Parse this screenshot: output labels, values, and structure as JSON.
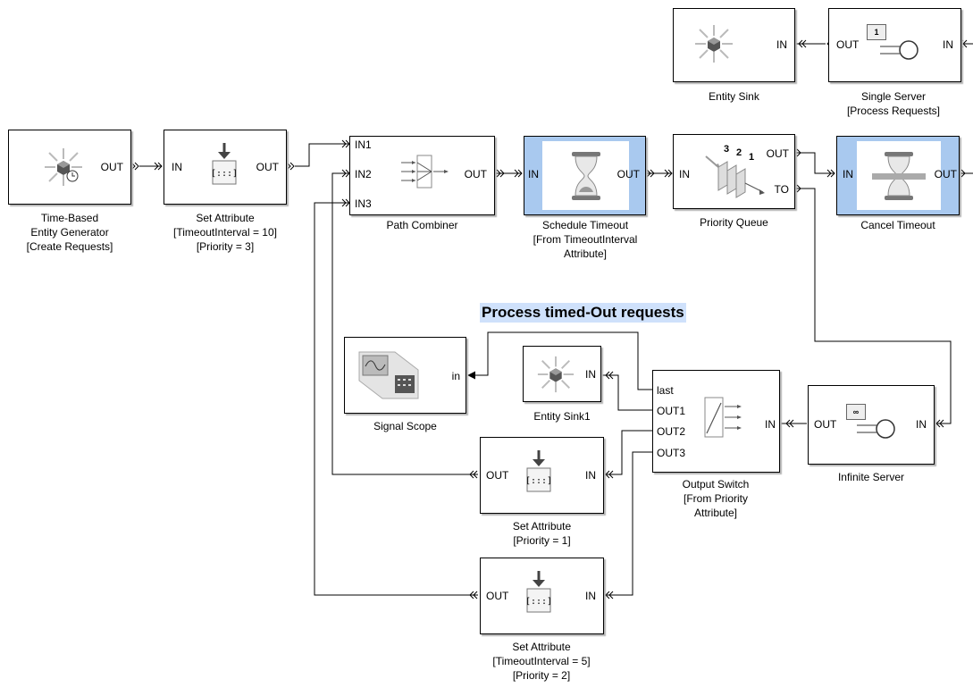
{
  "annotation": "Process timed-Out requests",
  "ports": {
    "IN": "IN",
    "OUT": "OUT",
    "in": "in",
    "TO": "TO",
    "IN1": "IN1",
    "IN2": "IN2",
    "IN3": "IN3",
    "last": "last",
    "OUT1": "OUT1",
    "OUT2": "OUT2",
    "OUT3": "OUT3"
  },
  "blocks": {
    "entity_sink": {
      "caption": [
        "Entity Sink"
      ]
    },
    "single_server": {
      "caption": [
        "Single Server",
        "[Process Requests]"
      ],
      "badge": "1"
    },
    "generator": {
      "caption": [
        "Time-Based",
        "Entity Generator",
        "[Create Requests]"
      ]
    },
    "set_attr_top": {
      "caption": [
        "Set Attribute",
        "[TimeoutInterval = 10]",
        "[Priority = 3]"
      ]
    },
    "path_combiner": {
      "caption": [
        "Path Combiner"
      ]
    },
    "schedule_timeout": {
      "caption": [
        "Schedule Timeout",
        "[From TimeoutInterval",
        "Attribute]"
      ]
    },
    "priority_queue": {
      "caption": [
        "Priority Queue"
      ],
      "digits": [
        "3",
        "2",
        "1"
      ]
    },
    "cancel_timeout": {
      "caption": [
        "Cancel Timeout"
      ]
    },
    "signal_scope": {
      "caption": [
        "Signal Scope"
      ]
    },
    "entity_sink1": {
      "caption": [
        "Entity Sink1"
      ]
    },
    "output_switch": {
      "caption": [
        "Output Switch",
        "[From Priority",
        "Attribute]"
      ]
    },
    "infinite_server": {
      "caption": [
        "Infinite Server"
      ],
      "badge": "∞"
    },
    "set_attr_p1": {
      "caption": [
        "Set Attribute",
        "[Priority = 1]"
      ]
    },
    "set_attr_p2": {
      "caption": [
        "Set Attribute",
        "[TimeoutInterval = 5]",
        "[Priority = 2]"
      ]
    }
  }
}
